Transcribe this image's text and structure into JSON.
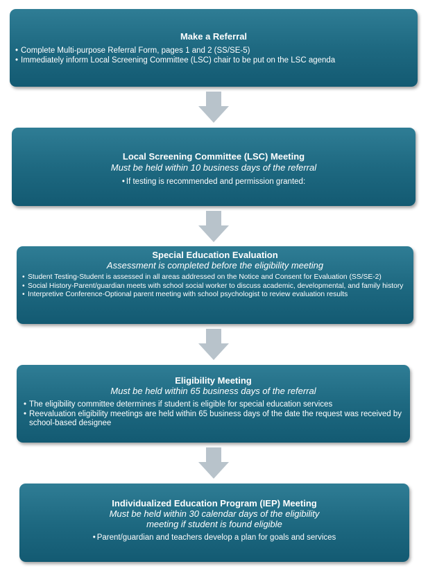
{
  "steps": [
    {
      "title": "Make a Referral",
      "subtitle_lines": [],
      "bullets": [
        "Complete Multi-purpose Referral Form, pages 1 and 2 (SS/SE-5)",
        "Immediately inform Local Screening Committee (LSC) chair to be put on the LSC agenda"
      ]
    },
    {
      "title": "Local Screening Committee (LSC) Meeting",
      "subtitle_lines": [
        "Must be held within 10 business days of the referral"
      ],
      "bullets": [
        "If testing is recommended and permission granted:"
      ]
    },
    {
      "title": "Special Education Evaluation",
      "subtitle_lines": [
        "Assessment is completed before the eligibility meeting"
      ],
      "bullets": [
        "Student Testing-Student is assessed in all areas addressed on the Notice and Consent for Evaluation (SS/SE-2)",
        "Social History-Parent/guardian meets with school social worker to discuss academic, developmental, and family history",
        "Interpretive Conference-Optional parent meeting with school psychologist to review evaluation results"
      ]
    },
    {
      "title": "Eligibility Meeting",
      "subtitle_lines": [
        "Must be held within 65 business days of the referral"
      ],
      "bullets": [
        "The eligibility committee determines if student is eligible for special education services",
        "Reevaluation eligibility meetings are held within 65 business days of the date the request was received by school-based designee"
      ]
    },
    {
      "title": "Individualized Education Program (IEP) Meeting",
      "subtitle_lines": [
        "Must be held within 30 calendar days of the eligibility",
        "meeting if student is found eligible"
      ],
      "bullets": [
        "Parent/guardian and teachers develop a plan for goals and services"
      ]
    }
  ],
  "colors": {
    "box_top": "#2f7d95",
    "box_bottom": "#135a72",
    "text": "#ffffff",
    "arrow": "#b8c3cb"
  },
  "icons": {
    "connector": "down-arrow-icon"
  }
}
